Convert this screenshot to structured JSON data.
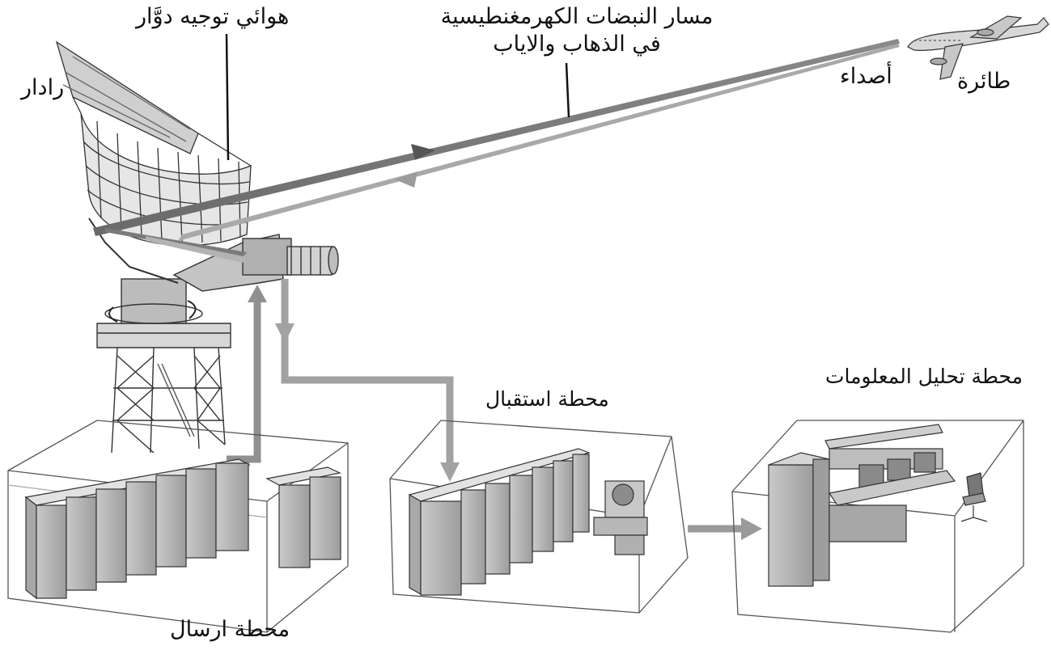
{
  "labels": {
    "radar": "رادار",
    "rotating_antenna": "هوائي توجيه دوَّار",
    "pulse_path_line1": "مسار النبضات الكهرمغنطيسية",
    "pulse_path_line2": "في الذهاب والاياب",
    "echoes": "أصداء",
    "aircraft": "طائرة",
    "receiving_station": "محطة استقبال",
    "analysis_station": "محطة تحليل المعلومات",
    "transmitting_station": "محطة ارسال"
  },
  "colors": {
    "outgoing_beam": "#6b6b6b",
    "returning_beam": "#a9a9a9",
    "flow_arrow": "#9a9a9a",
    "equipment": "#b9b9b9",
    "outline": "#333333"
  }
}
